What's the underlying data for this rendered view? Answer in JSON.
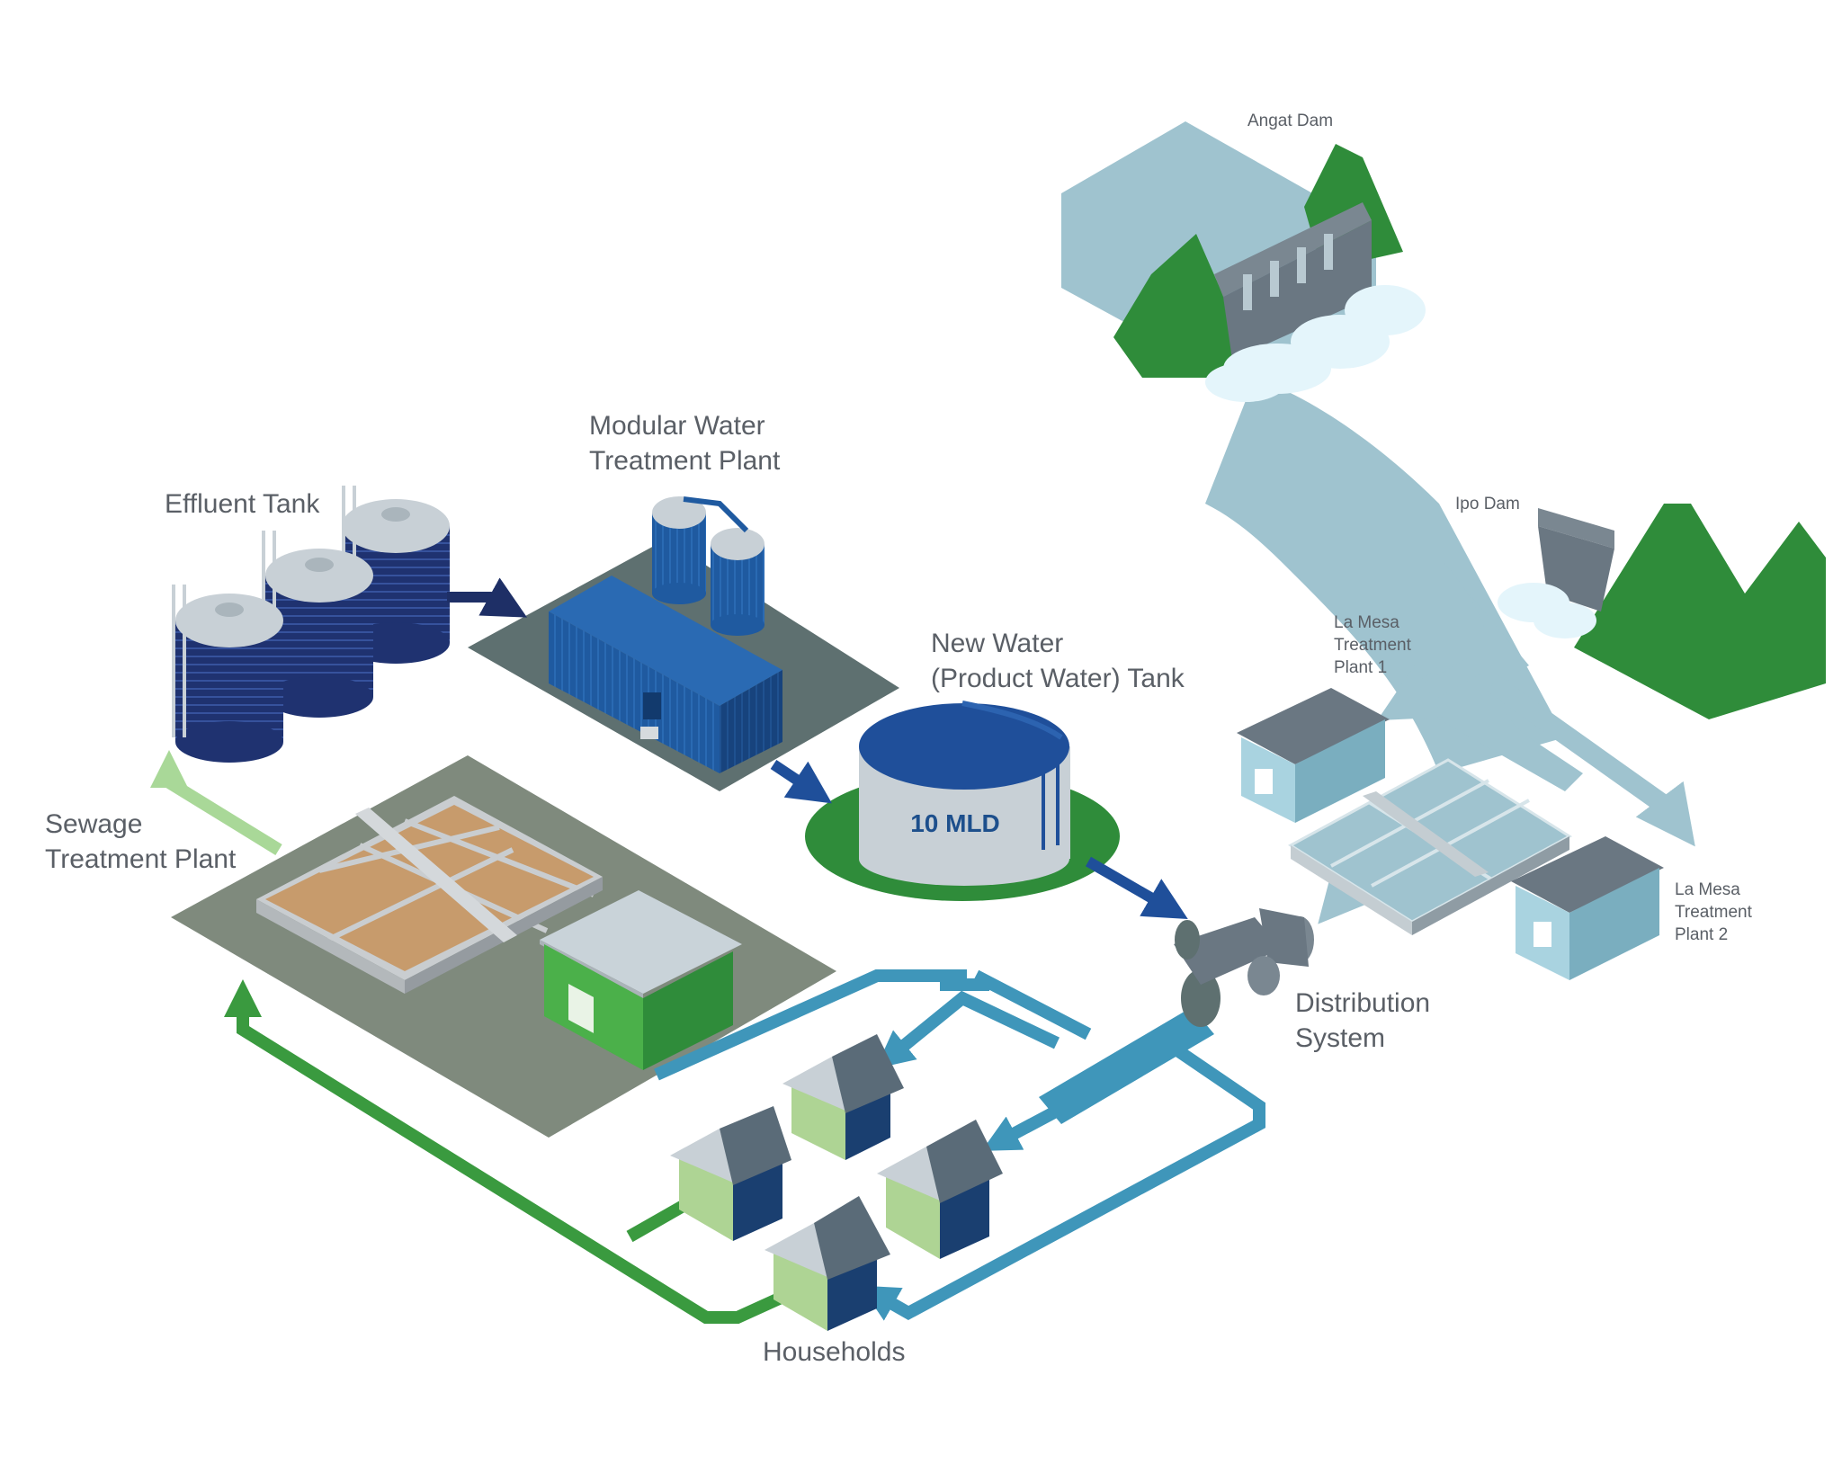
{
  "labels": {
    "effluent_tank": "Effluent Tank",
    "modular_line1": "Modular Water",
    "modular_line2": "Treatment Plant",
    "new_water_line1": "New Water",
    "new_water_line2": "(Product Water) Tank",
    "tank_capacity": "10 MLD",
    "sewage_line1": "Sewage",
    "sewage_line2": "Treatment Plant",
    "distribution_line1": "Distribution",
    "distribution_line2": "System",
    "households": "Households",
    "angat_dam": "Angat Dam",
    "ipo_dam": "Ipo Dam",
    "la_mesa_1_line1": "La Mesa",
    "la_mesa_1_line2": "Treatment",
    "la_mesa_1_line3": "Plant 1",
    "la_mesa_2_line1": "La Mesa",
    "la_mesa_2_line2": "Treatment",
    "la_mesa_2_line3": "Plant 2"
  },
  "colors": {
    "label_text": "#5a5f66",
    "water": "#9fc3cf",
    "forest_green": "#2f8c3a",
    "navy": "#1e2f66",
    "plant_blue": "#1f5aa0",
    "distribution_pipe": "#3f96ba",
    "return_green": "#3a9a3f",
    "light_green_arrow": "#a9d898",
    "ground": "#7f8a7d"
  }
}
